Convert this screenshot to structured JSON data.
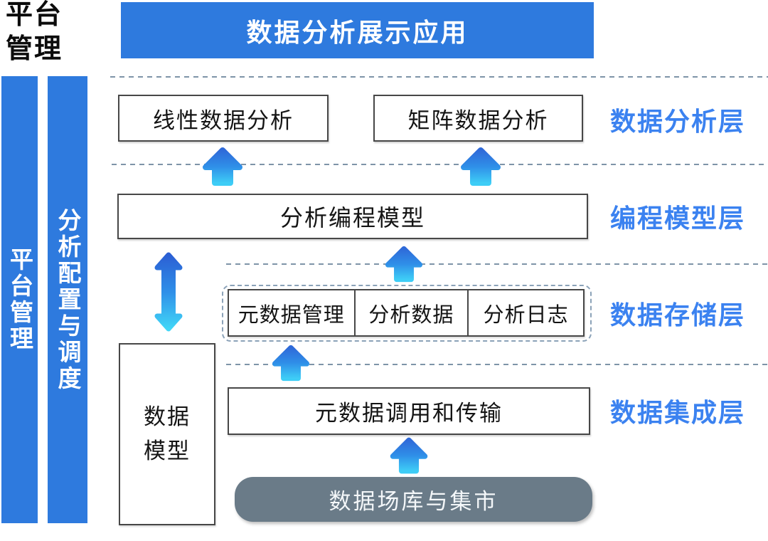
{
  "corner_label": "平台\n管理",
  "banner": {
    "title": "数据分析展示应用"
  },
  "side_bars": [
    {
      "label": "平台管理"
    },
    {
      "label": "分析配置与调度"
    }
  ],
  "layers": [
    {
      "name": "数据分析层",
      "boxes": [
        "线性数据分析",
        "矩阵数据分析"
      ]
    },
    {
      "name": "编程模型层",
      "boxes": [
        "分析编程模型"
      ]
    },
    {
      "name": "数据存储层",
      "cells": [
        "元数据管理",
        "分析数据",
        "分析日志"
      ]
    },
    {
      "name": "数据集成层",
      "boxes": [
        "元数据调用和传输"
      ]
    }
  ],
  "data_model_label": "数据\n模型",
  "source_label": "数据场库与集市",
  "colors": {
    "primary_blue": "#2e7ade",
    "label_blue": "#3b82f0",
    "arrow_gradient_top": "#2f6ad9",
    "arrow_gradient_bottom": "#3ecdf6",
    "gray_box": "#6a7b88",
    "dash_line": "#7e94a8",
    "box_border": "#474747"
  }
}
